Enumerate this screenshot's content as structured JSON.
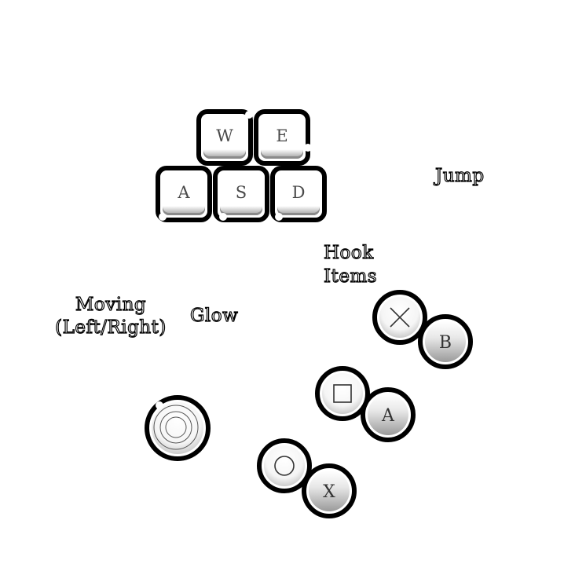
{
  "keyboard": {
    "keys": [
      {
        "id": "w",
        "label": "W"
      },
      {
        "id": "e",
        "label": "E"
      },
      {
        "id": "a",
        "label": "A"
      },
      {
        "id": "s",
        "label": "S"
      },
      {
        "id": "d",
        "label": "D"
      }
    ]
  },
  "labels": {
    "jump": "Jump",
    "hook_items_line1": "Hook",
    "hook_items_line2": "Items",
    "moving_line1": "Moving",
    "moving_line2": "(Left/Right)",
    "glow": "Glow"
  },
  "gamepad": {
    "cross_icon": "cross-icon",
    "square_icon": "square-icon",
    "circle_icon": "circle-icon",
    "stick_icon": "analog-stick-icon",
    "b_label": "B",
    "a_label": "A",
    "x_label": "X"
  }
}
